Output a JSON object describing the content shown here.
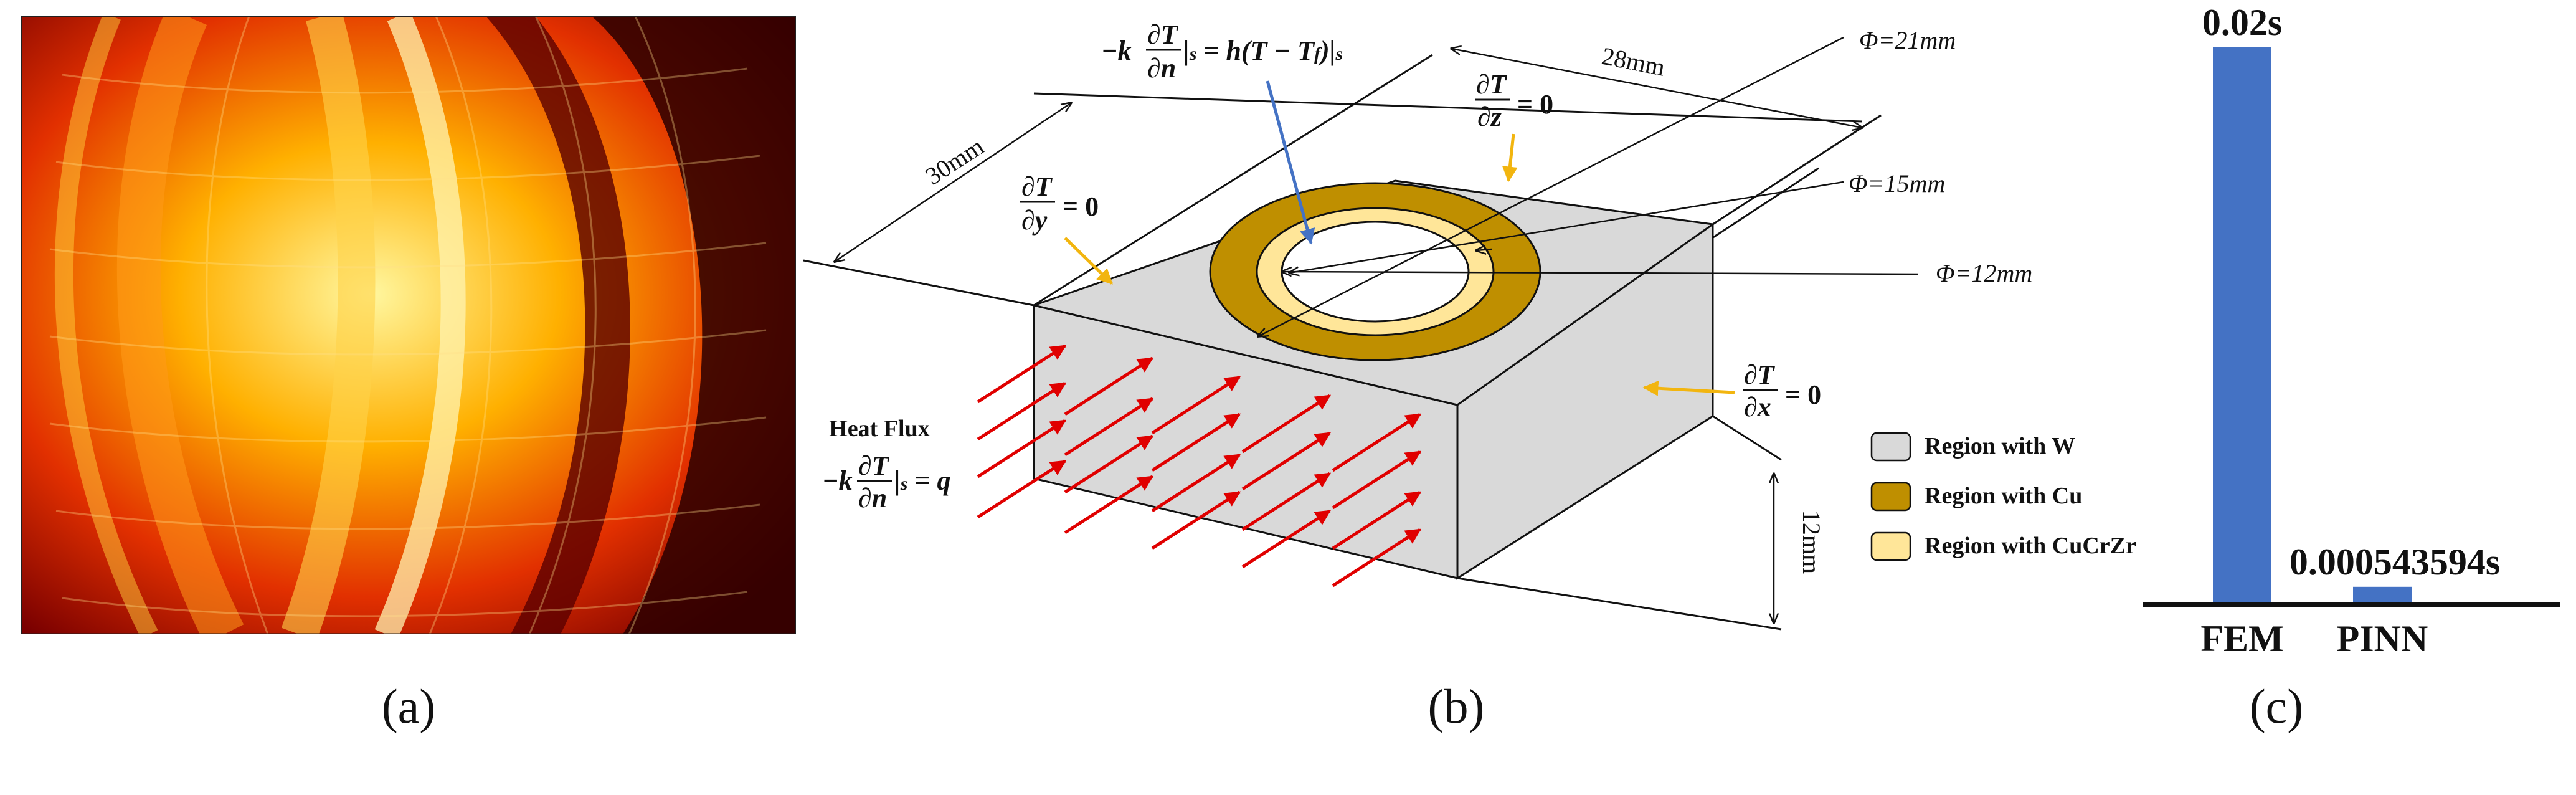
{
  "panels": {
    "a": {
      "caption": "(a)"
    },
    "b": {
      "caption": "(b)",
      "dimensions": {
        "width_top": "28mm",
        "depth": "30mm",
        "height": "12mm",
        "phi_outer": "Φ=21mm",
        "phi_mid": "Φ=15mm",
        "phi_inner": "Φ=12mm"
      },
      "heat_flux_label": "Heat Flux",
      "legend": [
        {
          "label": "Region with W",
          "color": "#d9d9d9"
        },
        {
          "label": "Region with Cu",
          "color": "#bf8f00"
        },
        {
          "label": "Region with CuCrZr",
          "color": "#ffe699"
        }
      ],
      "colors": {
        "arrow_red": "#e00000",
        "arrow_blue": "#4472c4",
        "arrow_yellow": "#f2b50f",
        "block_grey": "#d9d9d9"
      }
    },
    "c": {
      "caption": "(c)"
    }
  },
  "chart_data": {
    "type": "bar",
    "categories": [
      "FEM",
      "PINN"
    ],
    "values": [
      0.02,
      0.000543594
    ],
    "data_labels": [
      "0.02s",
      "0.000543594s"
    ],
    "ylim": [
      0,
      0.02
    ],
    "bar_color": "#4472c4",
    "grid": false,
    "title": "",
    "xlabel": "",
    "ylabel": ""
  }
}
